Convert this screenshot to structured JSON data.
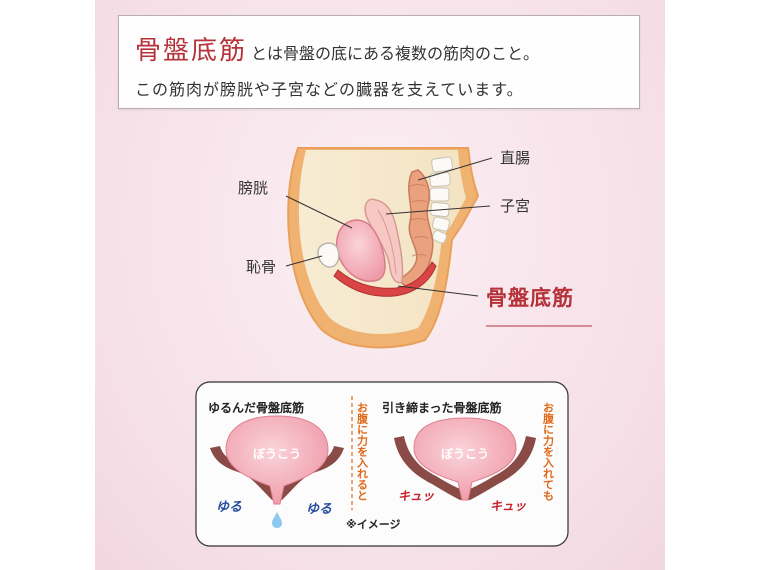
{
  "intro": {
    "term": "骨盤底筋",
    "line1_rest": "とは骨盤の底にある複数の筋肉のこと。",
    "line2": "この筋肉が膀胱や子宮などの臓器を支えています。"
  },
  "anatomy": {
    "labels": {
      "rectum": "直腸",
      "uterus": "子宮",
      "bladder": "膀胱",
      "pubis": "恥骨",
      "pelvic_floor": "骨盤底筋"
    }
  },
  "comparison": {
    "relaxed": {
      "title": "ゆるんだ骨盤底筋",
      "organ_label": "ぼうこう",
      "left_word": "ゆる",
      "right_word": "ゆる"
    },
    "middle_note": "お腹に力を入れると",
    "tight": {
      "title": "引き締まった骨盤底筋",
      "organ_label": "ぼうこう",
      "left_word": "キュッ",
      "right_word": "キュッ",
      "side_note": "お腹に力を入れても"
    },
    "caption": "※イメージ"
  },
  "colors": {
    "accent_red": "#b6323a",
    "muscle_brown": "#8a4a45",
    "bladder_pink": "#f2a7b3",
    "note_orange": "#e06a1a",
    "blue_word": "#2a4fa0",
    "red_word": "#c8202c"
  }
}
